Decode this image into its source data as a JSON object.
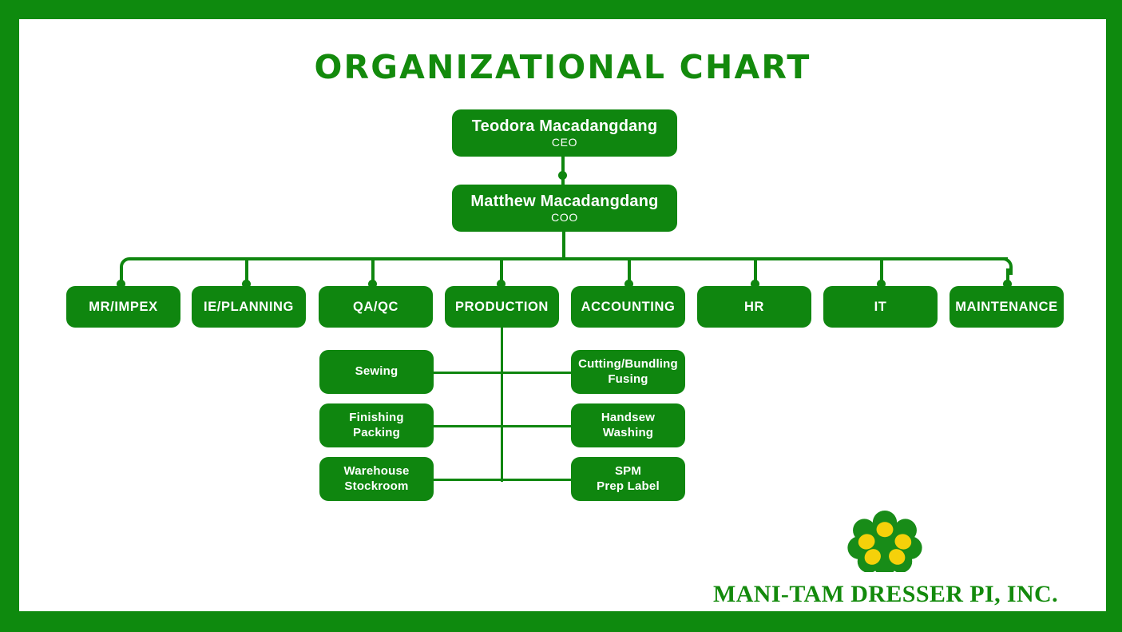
{
  "document": {
    "title": "ORGANIZATIONAL CHART",
    "accent_color": "#0f860f",
    "title_color": "#138a0c",
    "border_color": "#0e8a0e",
    "panel_color": "#ffffff",
    "logo_petal_color": "#188c18",
    "logo_center_color": "#f5d10a"
  },
  "org": {
    "executives": [
      {
        "name": "Teodora Macadangdang",
        "role": "CEO"
      },
      {
        "name": "Matthew Macadangdang",
        "role": "COO"
      }
    ],
    "departments": [
      {
        "label": "MR/IMPEX"
      },
      {
        "label": "IE/PLANNING"
      },
      {
        "label": "QA/QC"
      },
      {
        "label": "PRODUCTION"
      },
      {
        "label": "ACCOUNTING"
      },
      {
        "label": "HR"
      },
      {
        "label": "IT"
      },
      {
        "label": "MAINTENANCE"
      }
    ],
    "production_units": {
      "left": [
        {
          "line1": "Sewing",
          "line2": ""
        },
        {
          "line1": "Finishing",
          "line2": "Packing"
        },
        {
          "line1": "Warehouse",
          "line2": "Stockroom"
        }
      ],
      "right": [
        {
          "line1": "Cutting/Bundling",
          "line2": "Fusing"
        },
        {
          "line1": "Handsew",
          "line2": "Washing"
        },
        {
          "line1": "SPM",
          "line2": "Prep Label"
        }
      ]
    }
  },
  "branding": {
    "company_name": "MANI-TAM DRESSER PI, INC.",
    "logo_icon": "flower-logo-icon"
  }
}
